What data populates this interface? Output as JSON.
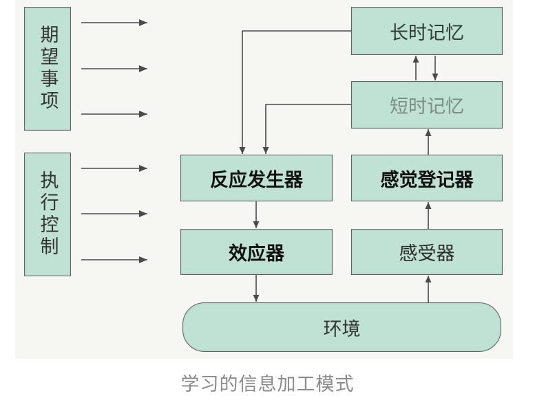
{
  "colors": {
    "box_fill": "#bfe2d5",
    "box_border": "#5f6461",
    "arrow": "#4a4a4a",
    "caption": "#8a8a8a",
    "background": "#f6f6f3"
  },
  "control_processes": {
    "expectancies": "期望事项",
    "executive_control": "执行控制"
  },
  "memory": {
    "long_term": "长时记忆",
    "short_term": "短时记忆"
  },
  "input": {
    "sensory_register": "感觉登记器",
    "receptors": "感受器"
  },
  "output": {
    "response_generator": "反应发生器",
    "effectors": "效应器"
  },
  "environment": "环境",
  "caption": "学习的信息加工模式"
}
